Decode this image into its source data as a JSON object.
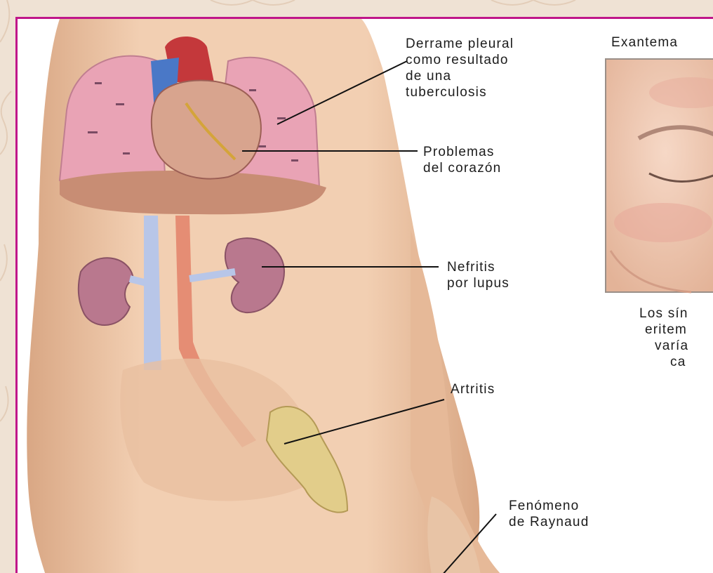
{
  "labels": {
    "pleural": [
      "Derrame pleural",
      "como resultado",
      "de una",
      "tuberculosis"
    ],
    "heart": [
      "Problemas",
      "del corazón"
    ],
    "nephritis": [
      "Nefritis",
      "por lupus"
    ],
    "arthritis": [
      "Artritis"
    ],
    "raynaud": [
      "Fenómeno",
      "de Raynaud"
    ]
  },
  "inset": {
    "title": "Exantema",
    "caption": [
      "Los sín",
      "eritem",
      "varía",
      "ca"
    ]
  },
  "colors": {
    "frame_border": "#c0168a",
    "skin": "#f0c9a8",
    "lung": "#e9a3b5",
    "kidney": "#b9788e"
  }
}
